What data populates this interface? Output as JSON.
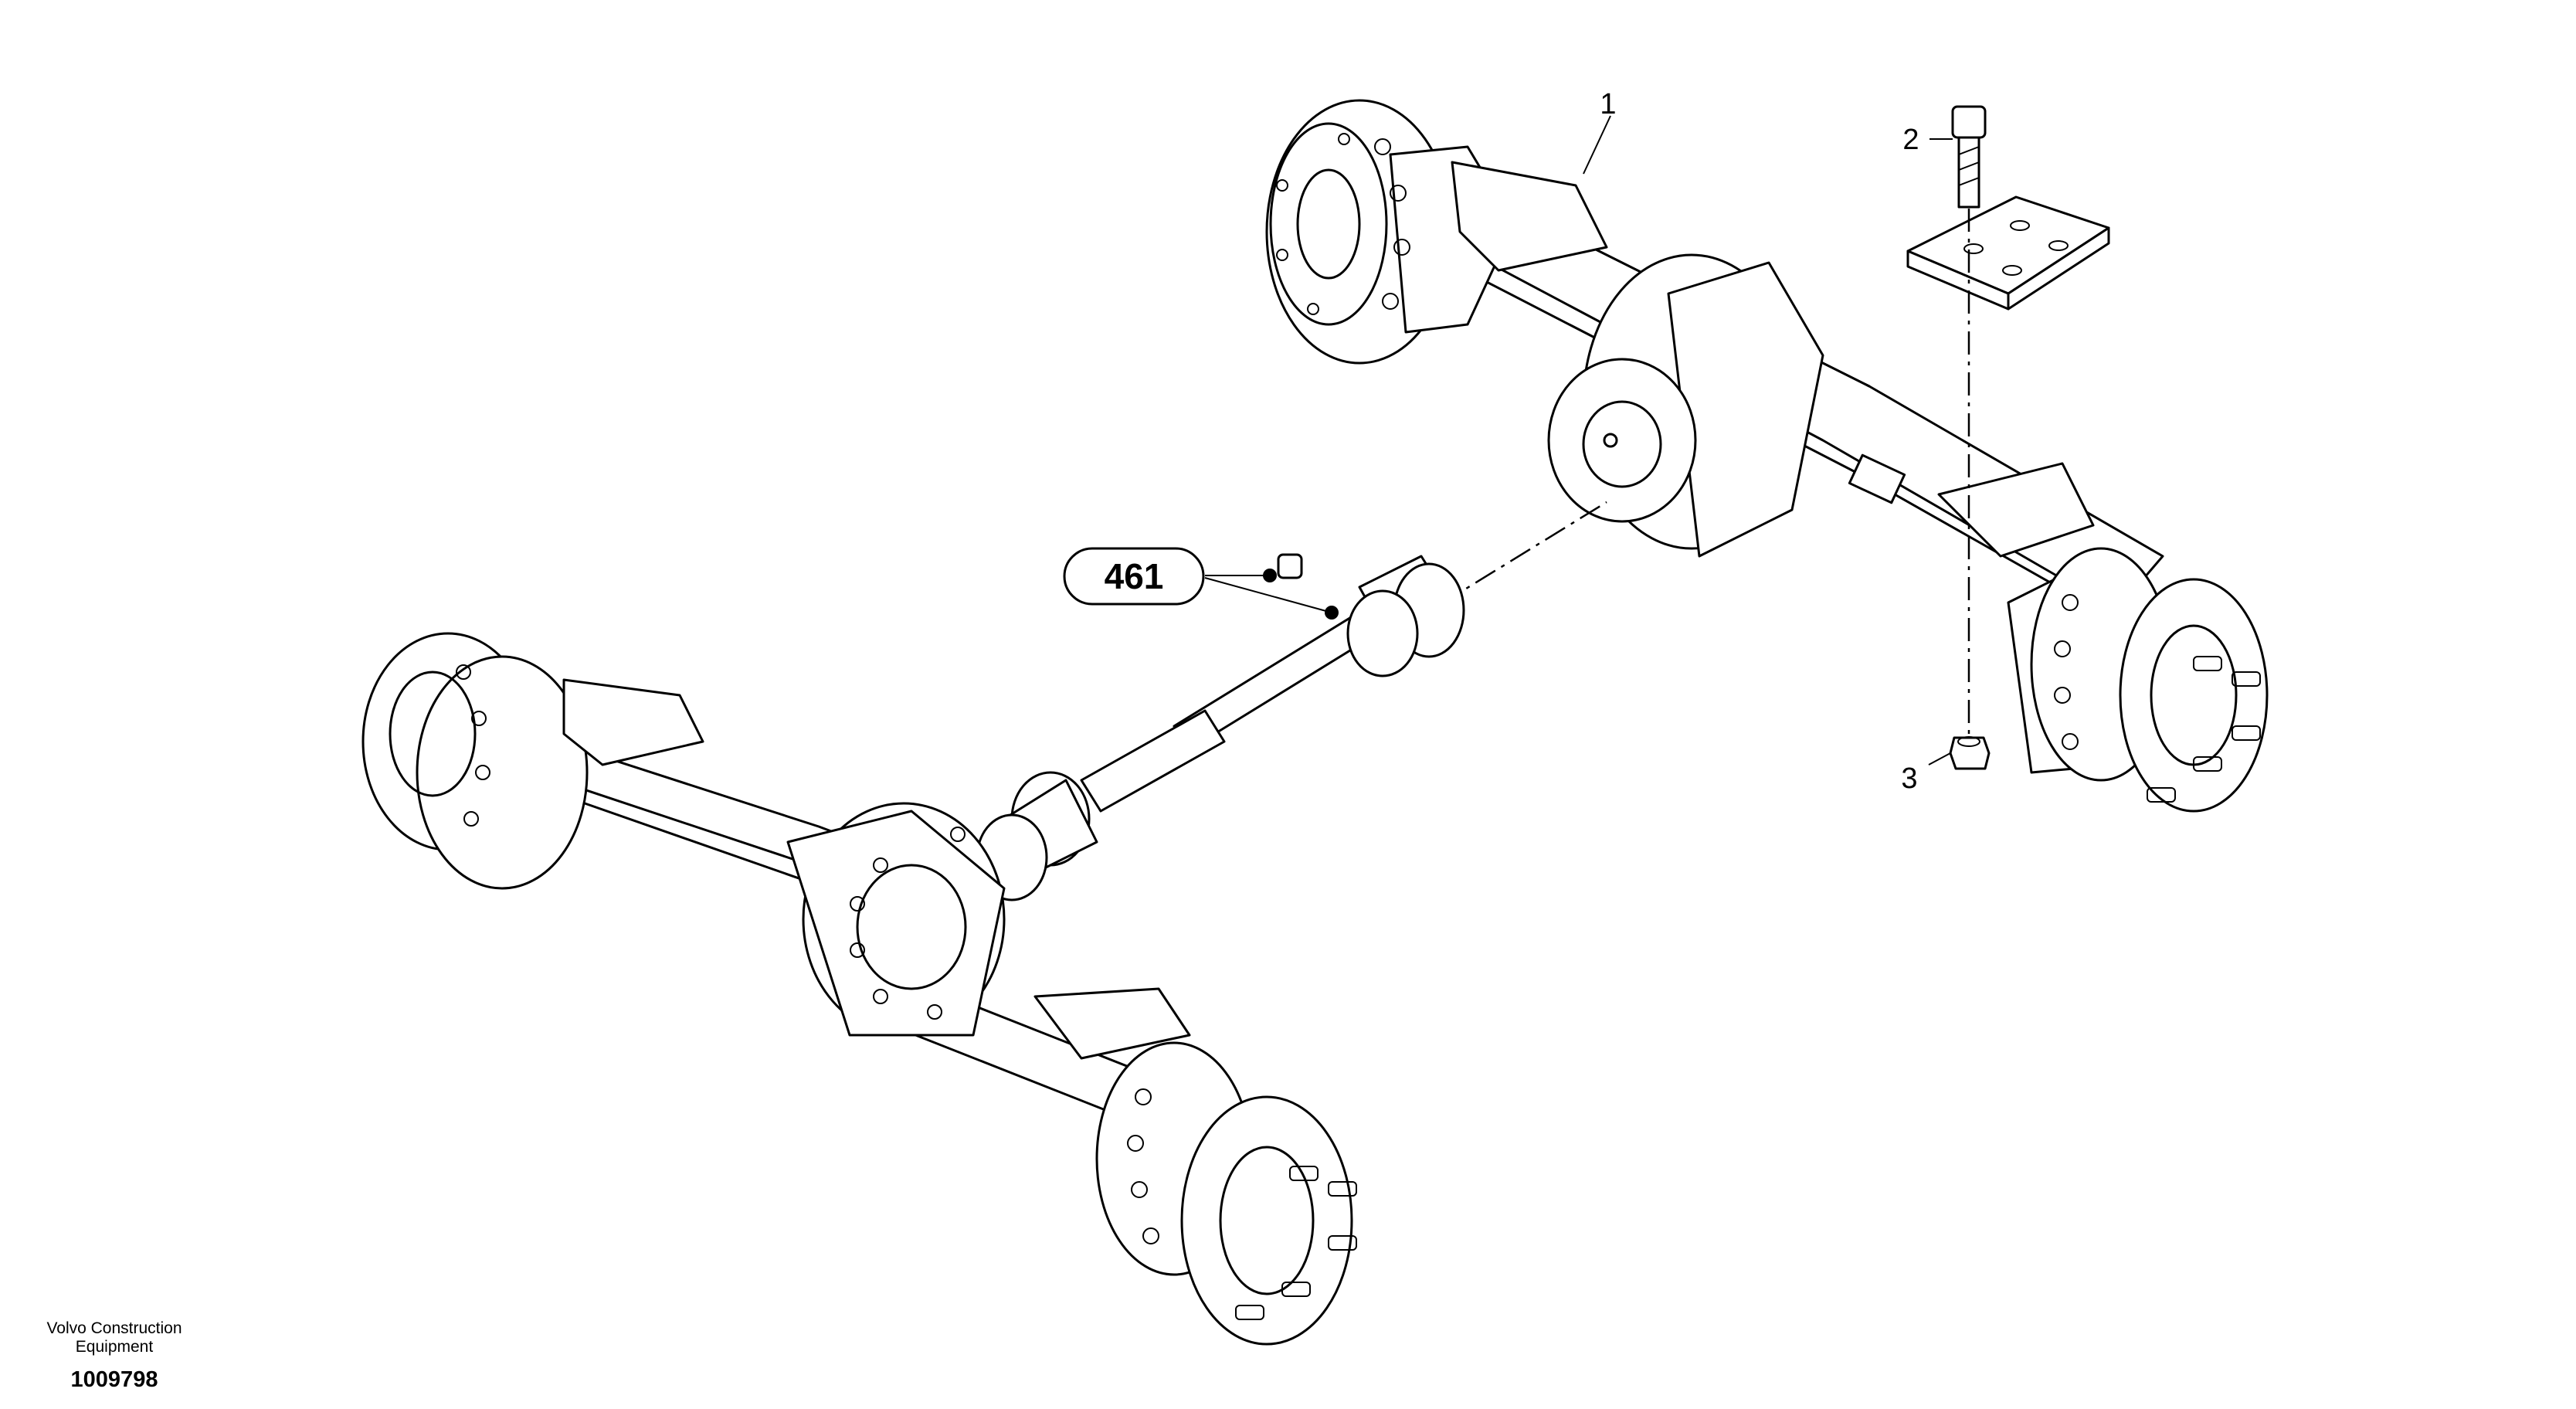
{
  "callouts": [
    {
      "id": "axle",
      "text": "1"
    },
    {
      "id": "bolt",
      "text": "2"
    },
    {
      "id": "nut",
      "text": "3"
    }
  ],
  "reference_badge": {
    "text": "461"
  },
  "footer": {
    "company_line1": "Volvo Construction",
    "company_line2": "Equipment",
    "document_number": "1009798"
  }
}
